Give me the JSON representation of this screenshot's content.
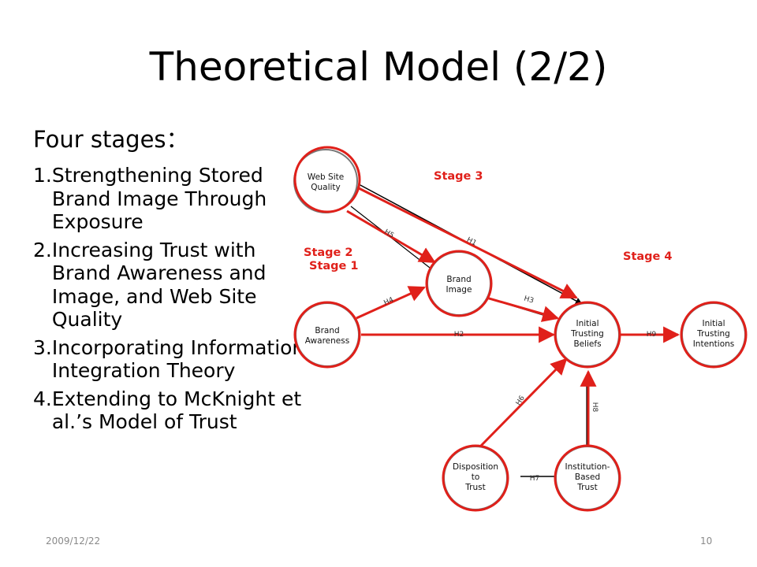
{
  "slide": {
    "title": "Theoretical Model (2/2)",
    "heading": "Four stages：",
    "items": [
      {
        "num": "1.",
        "text": "Strengthening Stored Brand Image Through Exposure"
      },
      {
        "num": "2.",
        "text": "Increasing Trust with Brand Awareness and Image, and Web Site Quality"
      },
      {
        "num": "3.",
        "text": "Incorporating Information Integration Theory"
      },
      {
        "num": "4.",
        "text": "Extending to McKnight et al.’s Model of Trust"
      }
    ],
    "footer": {
      "date": "2009/12/22",
      "page": "10"
    }
  },
  "diagram": {
    "nodes": {
      "web_site_quality": [
        "Web Site",
        "Quality"
      ],
      "brand_image": [
        "Brand",
        "Image"
      ],
      "brand_awareness": [
        "Brand",
        "Awareness"
      ],
      "initial_trusting_beliefs": [
        "Initial",
        "Trusting",
        "Beliefs"
      ],
      "initial_trusting_intentions": [
        "Initial",
        "Trusting",
        "Intentions"
      ],
      "disposition_to_trust": [
        "Disposition",
        "to",
        "Trust"
      ],
      "institution_based_trust": [
        "Institution-",
        "Based",
        "Trust"
      ]
    },
    "edges": {
      "h1": "H1",
      "h2": "H2",
      "h3": "H3",
      "h4": "H4",
      "h5": "H5",
      "h6": "H6",
      "h7": "H7",
      "h8": "H8",
      "h9": "H9"
    },
    "stages": {
      "stage1": "Stage 1",
      "stage2": "Stage 2",
      "stage3": "Stage 3",
      "stage4": "Stage 4"
    },
    "highlight_color": "#e0201a"
  }
}
